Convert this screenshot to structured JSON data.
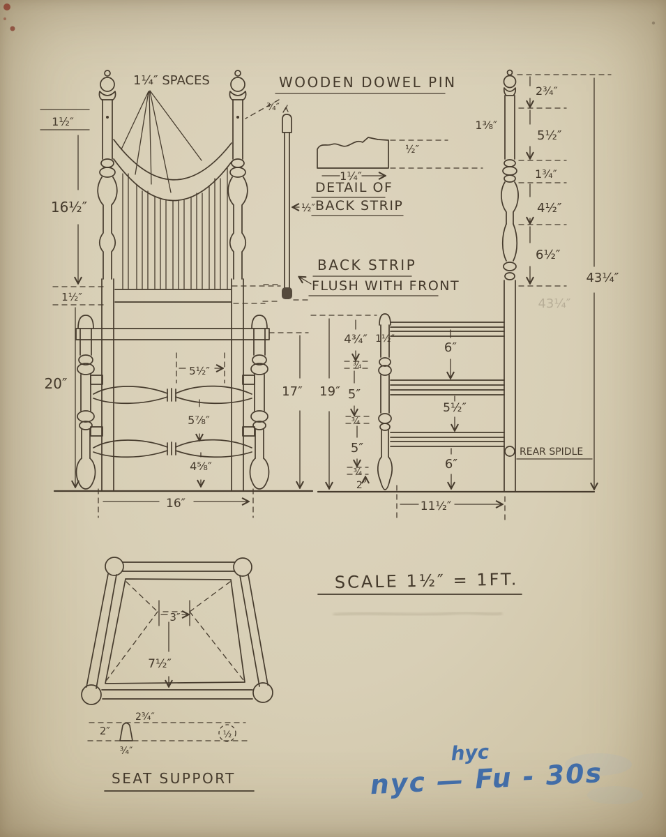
{
  "titles": {
    "spaces": "1¼″ SPACES",
    "wooden_dowel_pin": "WOODEN DOWEL PIN",
    "detail_of": "DETAIL OF",
    "back_strip": "BACK STRIP",
    "back_strip_2": "BACK STRIP",
    "flush_with_front": "FLUSH WITH FRONT",
    "rear_spindle": "REAR SPIDLE",
    "scale": "SCALE 1½″ = 1FT.",
    "seat_support": "SEAT SUPPORT"
  },
  "front_view": {
    "top_gap": "1½″",
    "back_height": "16½″",
    "rail_height": "1½″",
    "seat_height": "20″",
    "stretcher_span": "5½″",
    "stretcher_spacing": "5⅞″",
    "stretcher_floor": "4⅝″",
    "width": "16″",
    "front_leg_height": "17″"
  },
  "side_view": {
    "overall_height": "43¼″",
    "overall_height_ghost": "43¼″",
    "finial": "2¾″",
    "upper_post": "5½″",
    "neck": "1¾″",
    "vase": "4½″",
    "lower_vase": "6½″",
    "post_diameter": "1⅜″",
    "height_to_rail": "19″",
    "seat_drop": "4¾″",
    "rail_a": "¾",
    "gap_a": "5″",
    "rail_b": "¾",
    "gap_b": "5″",
    "rail_c": "¾",
    "foot": "2″",
    "front_post_diameter": "1½″",
    "top_rail_gap": "6″",
    "mid_rail_gap": "5½″",
    "bottom_rail_gap": "6″",
    "depth": "11½″"
  },
  "dowel": {
    "diameter": "¾″",
    "inset": "½″"
  },
  "strip_detail": {
    "width": "1¼″",
    "thickness": "½″"
  },
  "plan": {
    "center_gap": "3″",
    "depth": "7½″",
    "side_width": "2″",
    "top_width": "2¾″",
    "bottom_width": "¾″",
    "hole": "½"
  },
  "annotations": {
    "top": "hyc",
    "bottom": "nyc — Fu - 30s"
  }
}
